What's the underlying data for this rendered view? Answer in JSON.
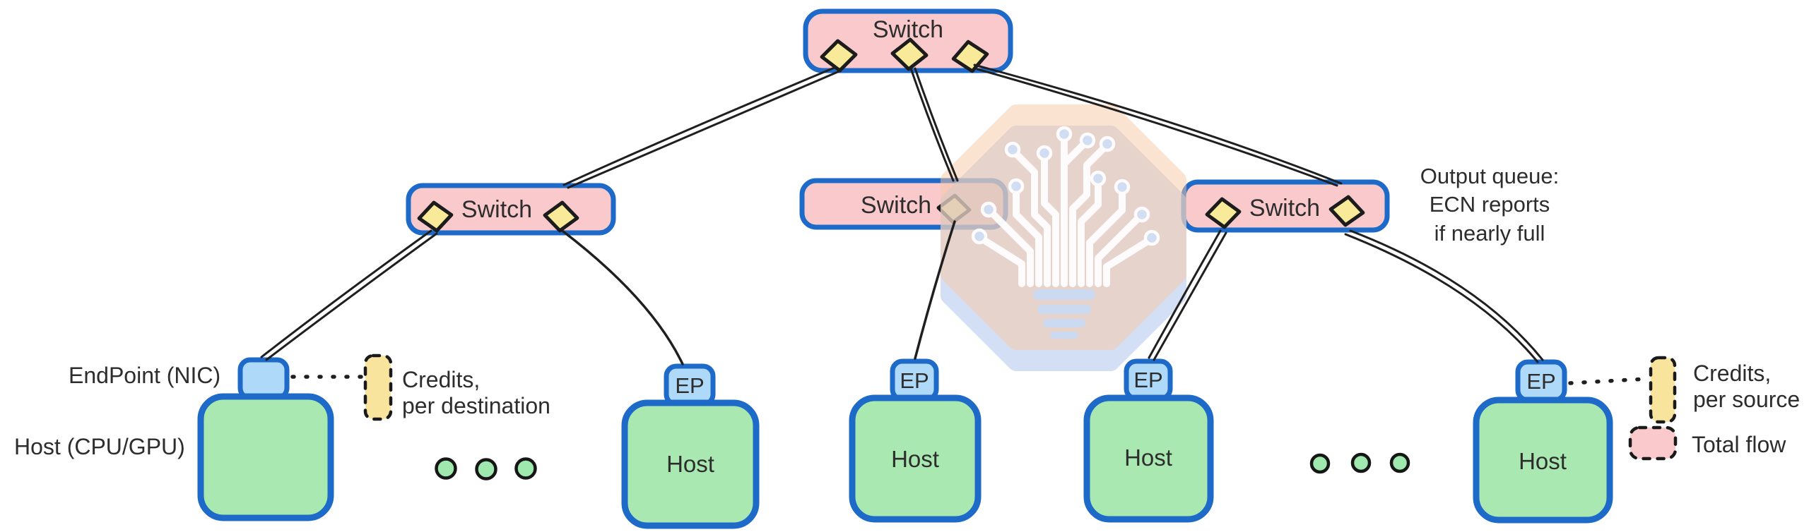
{
  "title": "Network credit-based flow control topology",
  "nodes": {
    "switches": [
      {
        "id": "switch-top",
        "label": "Switch",
        "ports": 3
      },
      {
        "id": "switch-left",
        "label": "Switch",
        "ports": 2
      },
      {
        "id": "switch-middle",
        "label": "Switch",
        "ports": 1
      },
      {
        "id": "switch-right",
        "label": "Switch",
        "ports": 2
      }
    ],
    "endpoints": [
      {
        "id": "ep-1",
        "label": ""
      },
      {
        "id": "ep-2",
        "label": "EP"
      },
      {
        "id": "ep-3",
        "label": "EP"
      },
      {
        "id": "ep-4",
        "label": "EP"
      },
      {
        "id": "ep-5",
        "label": "EP"
      }
    ],
    "hosts": [
      {
        "id": "host-1",
        "label": ""
      },
      {
        "id": "host-2",
        "label": "Host"
      },
      {
        "id": "host-3",
        "label": "Host"
      },
      {
        "id": "host-4",
        "label": "Host"
      },
      {
        "id": "host-5",
        "label": "Host"
      }
    ]
  },
  "annotations": {
    "endpoint_nic": "EndPoint (NIC)",
    "host_cpu_gpu": "Host (CPU/GPU)",
    "credits_destination_1": "Credits,",
    "credits_destination_2": "per destination",
    "credits_source_1": "Credits,",
    "credits_source_2": "per source",
    "total_flow": "Total flow",
    "output_queue_1": "Output queue:",
    "output_queue_2": "ECN reports",
    "output_queue_3": "if nearly full"
  },
  "icons": {
    "port": "diamond-port-icon",
    "watermark": "circuit-tree-octagon-logo"
  },
  "colors": {
    "switch_fill": "#f9c9cc",
    "node_stroke": "#1e6ac8",
    "ep_fill": "#aed9f8",
    "host_fill": "#a9e9b1",
    "diamond_fill": "#f9ea9a",
    "credit_fill": "#f8e49c",
    "flow_fill": "#f9c9cc",
    "dot_fill": "#9fe9ae",
    "edge": "#1f1f1f",
    "text": "#2d2d2d",
    "watermark_peach": "#f7c9a5",
    "watermark_blue": "#b7cbed"
  }
}
